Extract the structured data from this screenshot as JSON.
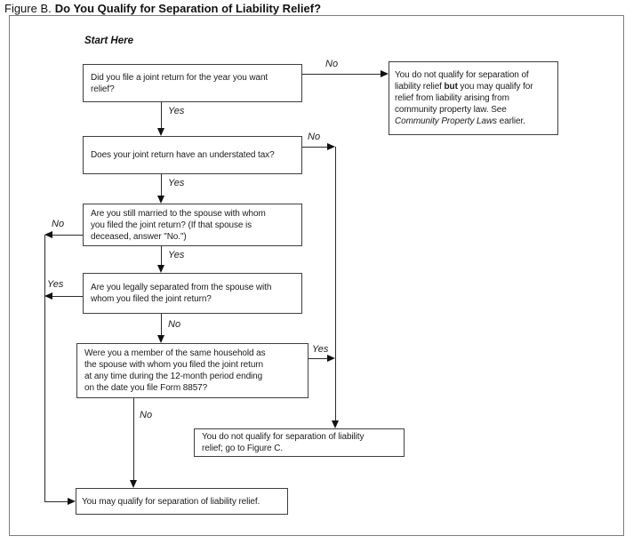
{
  "figure": {
    "label": "Figure B.",
    "title": "Do You Qualify for Separation of Liability Relief?"
  },
  "start_here": "Start Here",
  "nodes": {
    "q1": {
      "text": "Did you file a joint return for the year you want\nrelief?"
    },
    "no_joint_outcome": {
      "part1": "You do not qualify for separation of\nliability relief ",
      "bold": "but",
      "part2": " you may qualify for\nrelief from liability arising from\ncommunity property law. See\n",
      "italic": "Community Property Laws",
      "part3": " earlier."
    },
    "q2": {
      "text": "Does your joint return have an understated tax?"
    },
    "q3": {
      "text": "Are you still married to the spouse with whom\nyou filed the joint return? (If that spouse is\ndeceased, answer \"No.\")"
    },
    "q4": {
      "text": "Are you legally separated from the spouse with\nwhom you filed the joint return?"
    },
    "q5": {
      "text": "Were you a member of the same household as\nthe spouse with whom you filed the joint return\nat any time during the 12-month period ending\non the date you file Form 8857?"
    },
    "figure_c_outcome": {
      "text": "You do not qualify for separation of liability\nrelief; go to Figure C."
    },
    "qualify_outcome": {
      "text": "You may qualify for separation of liability relief."
    }
  },
  "labels": {
    "q1_no": "No",
    "q1_yes": "Yes",
    "q2_no": "No",
    "q2_yes": "Yes",
    "q3_no": "No",
    "q3_yes": "Yes",
    "q4_yes": "Yes",
    "q4_no": "No",
    "q5_yes": "Yes",
    "q5_no": "No"
  }
}
